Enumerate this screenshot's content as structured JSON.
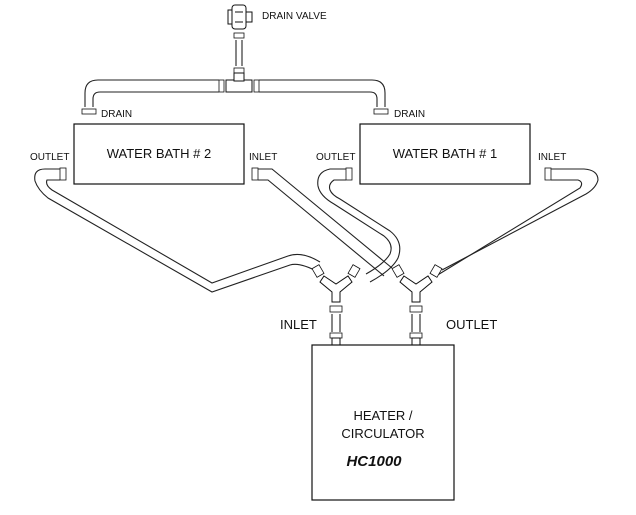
{
  "diagram": {
    "drain_valve_label": "DRAIN VALVE",
    "bath2": {
      "title": "WATER BATH # 2",
      "drain_label": "DRAIN",
      "outlet_label": "OUTLET",
      "inlet_label": "INLET"
    },
    "bath1": {
      "title": "WATER BATH # 1",
      "drain_label": "DRAIN",
      "outlet_label": "OUTLET",
      "inlet_label": "INLET"
    },
    "heater": {
      "line1": "HEATER /",
      "line2": "CIRCULATOR",
      "model": "HC1000",
      "inlet_label": "INLET",
      "outlet_label": "OUTLET"
    }
  }
}
